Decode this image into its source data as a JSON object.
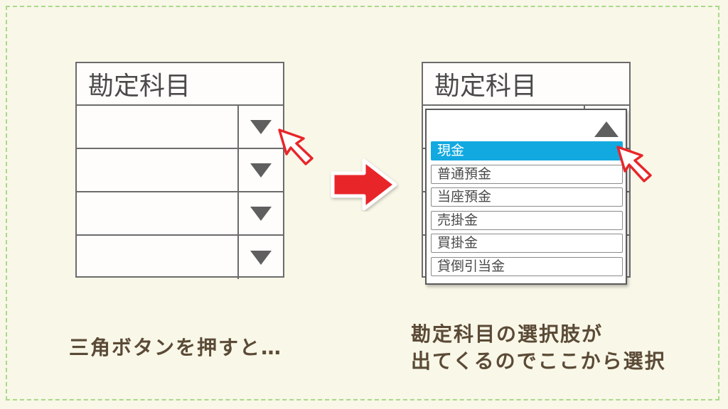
{
  "left_table": {
    "header": "勘定科目",
    "row_count": 4
  },
  "right_table": {
    "header": "勘定科目",
    "options": [
      "現金",
      "普通預金",
      "当座預金",
      "売掛金",
      "買掛金",
      "貸倒引当金"
    ],
    "selected_index": 0
  },
  "captions": {
    "left": "三角ボタンを押すと…",
    "right_line1": "勘定科目の選択肢が",
    "right_line2": "出てくるのでここから選択"
  },
  "colors": {
    "background": "#f9f7e8",
    "frame": "#a9d98b",
    "arrow": "#e8262a",
    "selected": "#12a9e0",
    "caption": "#5a4a36"
  },
  "icons": {
    "dropdown_button": "triangle-down-icon",
    "dropdown_open": "triangle-up-icon",
    "cursor": "pointer-arrow-icon",
    "transition": "right-arrow-icon"
  }
}
